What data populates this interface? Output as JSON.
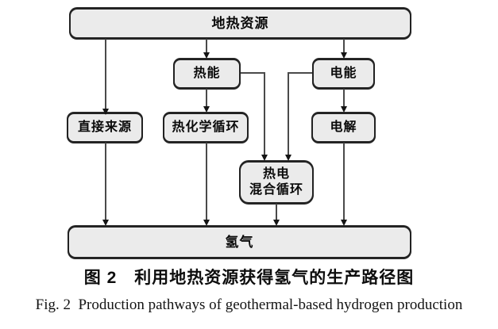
{
  "figure": {
    "type": "flowchart",
    "caption_zh": "图 2　利用地热资源获得氢气的生产路径图",
    "caption_en": "Fig. 2  Production pathways of geothermal-based hydrogen production"
  },
  "nodes": {
    "geothermal": {
      "label": "地热资源"
    },
    "thermal": {
      "label": "热能"
    },
    "electric": {
      "label": "电能"
    },
    "direct": {
      "label": "直接来源"
    },
    "thermochemical": {
      "label": "热化学循环"
    },
    "electrolysis": {
      "label": "电解"
    },
    "hybrid": {
      "label": "热电\n混合循环"
    },
    "hydrogen": {
      "label": "氢气"
    }
  },
  "edges": [
    {
      "from": "地热资源",
      "to": "直接来源"
    },
    {
      "from": "地热资源",
      "to": "热能"
    },
    {
      "from": "地热资源",
      "to": "电能"
    },
    {
      "from": "热能",
      "to": "热化学循环"
    },
    {
      "from": "电能",
      "to": "电解"
    },
    {
      "from": "热能",
      "to": "热电混合循环"
    },
    {
      "from": "电能",
      "to": "热电混合循环"
    },
    {
      "from": "直接来源",
      "to": "氢气"
    },
    {
      "from": "热化学循环",
      "to": "氢气"
    },
    {
      "from": "热电混合循环",
      "to": "氢气"
    },
    {
      "from": "电解",
      "to": "氢气"
    }
  ],
  "colors": {
    "background": "#ffffff",
    "node_fill": "#ebebeb",
    "node_border": "#222222",
    "line": "#4a4a4a",
    "arrowhead": "#141414",
    "text": "#0a0a0a"
  }
}
